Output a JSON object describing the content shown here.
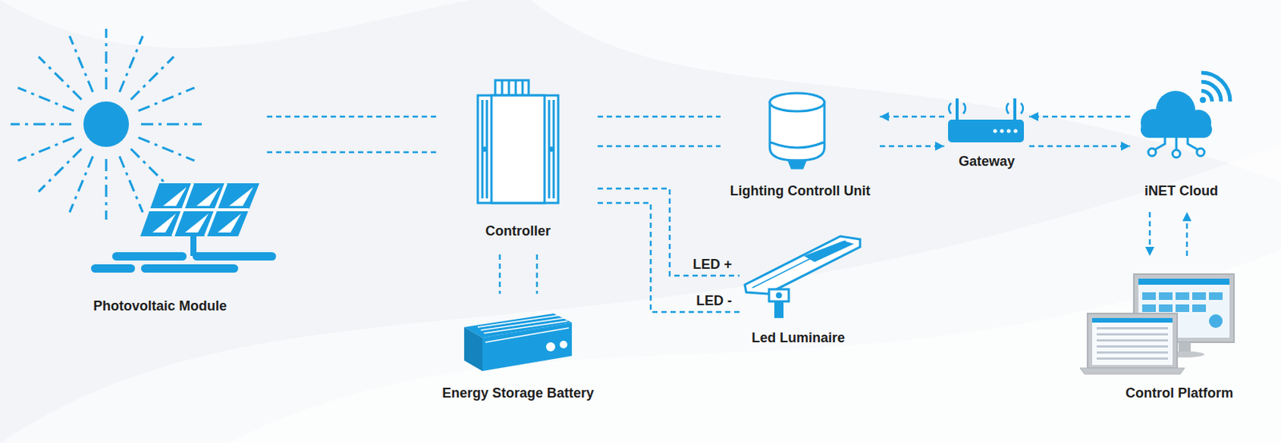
{
  "diagram": {
    "nodes": [
      {
        "text": [
          "Photovoltaic Module"
        ]
      },
      {
        "text": [
          "Controller"
        ]
      },
      {
        "text": [
          "Lighting Controll Unit"
        ]
      },
      {
        "text": [
          "Gateway"
        ]
      },
      {
        "text": [
          "iNET Cloud"
        ]
      },
      {
        "text": [
          "Led Luminaire"
        ]
      },
      {
        "text": [
          "Energy Storage Battery"
        ]
      },
      {
        "text": [
          "Control Platform"
        ]
      }
    ],
    "edges": [
      {
        "from": 0,
        "to": 1,
        "arrow": "none"
      },
      {
        "from": 0,
        "to": 1,
        "arrow": "none"
      },
      {
        "from": 1,
        "to": 6,
        "arrow": "none"
      },
      {
        "from": 1,
        "to": 6,
        "arrow": "none"
      },
      {
        "from": 1,
        "to": 2,
        "arrow": "none"
      },
      {
        "from": 1,
        "to": 2,
        "arrow": "none"
      },
      {
        "from": 1,
        "to": 5,
        "label": "LED +",
        "arrow": "none"
      },
      {
        "from": 1,
        "to": 5,
        "label": "LED -",
        "arrow": "none"
      },
      {
        "from": 3,
        "to": 2,
        "arrow": "to"
      },
      {
        "from": 2,
        "to": 3,
        "arrow": "to"
      },
      {
        "from": 4,
        "to": 3,
        "arrow": "to"
      },
      {
        "from": 3,
        "to": 4,
        "arrow": "to"
      },
      {
        "from": 4,
        "to": 7,
        "arrow": "to"
      },
      {
        "from": 7,
        "to": 4,
        "arrow": "to"
      }
    ]
  }
}
